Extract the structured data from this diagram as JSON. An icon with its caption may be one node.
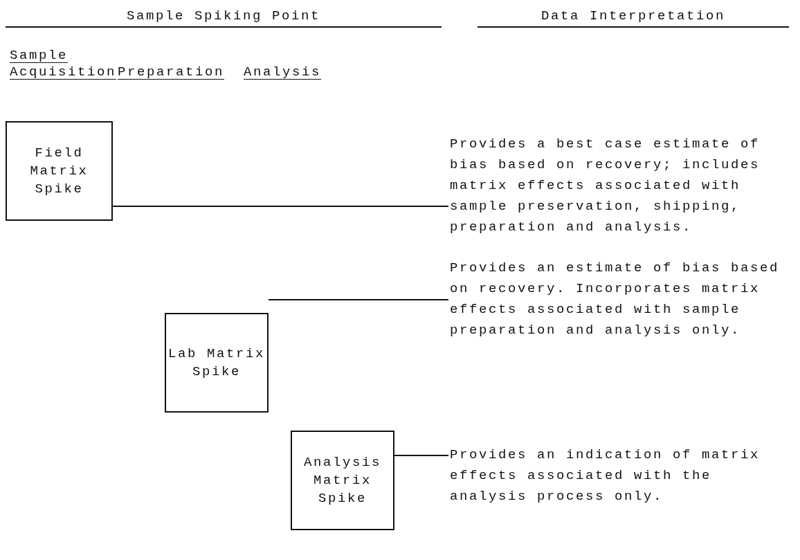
{
  "diagram": {
    "nodes": [
      {
        "text": [
          "Field Matrix Spike"
        ]
      },
      {
        "text": [
          "Provides a best case estimate of bias based on recovery; includes matrix effects associated with sample preservation, shipping, preparation and analysis."
        ]
      },
      {
        "text": [
          "Lab Matrix Spike"
        ]
      },
      {
        "text": [
          "Provides an estimate of bias based on recovery. Incorporates matrix effects associated with sample preparation and analysis only."
        ]
      },
      {
        "text": [
          "Analysis Matrix Spike"
        ]
      },
      {
        "text": [
          "Provides an indication of matrix effects associated with the analysis process only."
        ]
      }
    ],
    "edges": [
      {
        "from": 0,
        "to": 1,
        "arrow": "none"
      },
      {
        "from": 2,
        "to": 3,
        "arrow": "none"
      },
      {
        "from": 4,
        "to": 5,
        "arrow": "none"
      }
    ],
    "labels": [
      "Sample Spiking Point",
      "Data Interpretation",
      "Sample Acquisition",
      "Preparation",
      "Analysis"
    ]
  }
}
